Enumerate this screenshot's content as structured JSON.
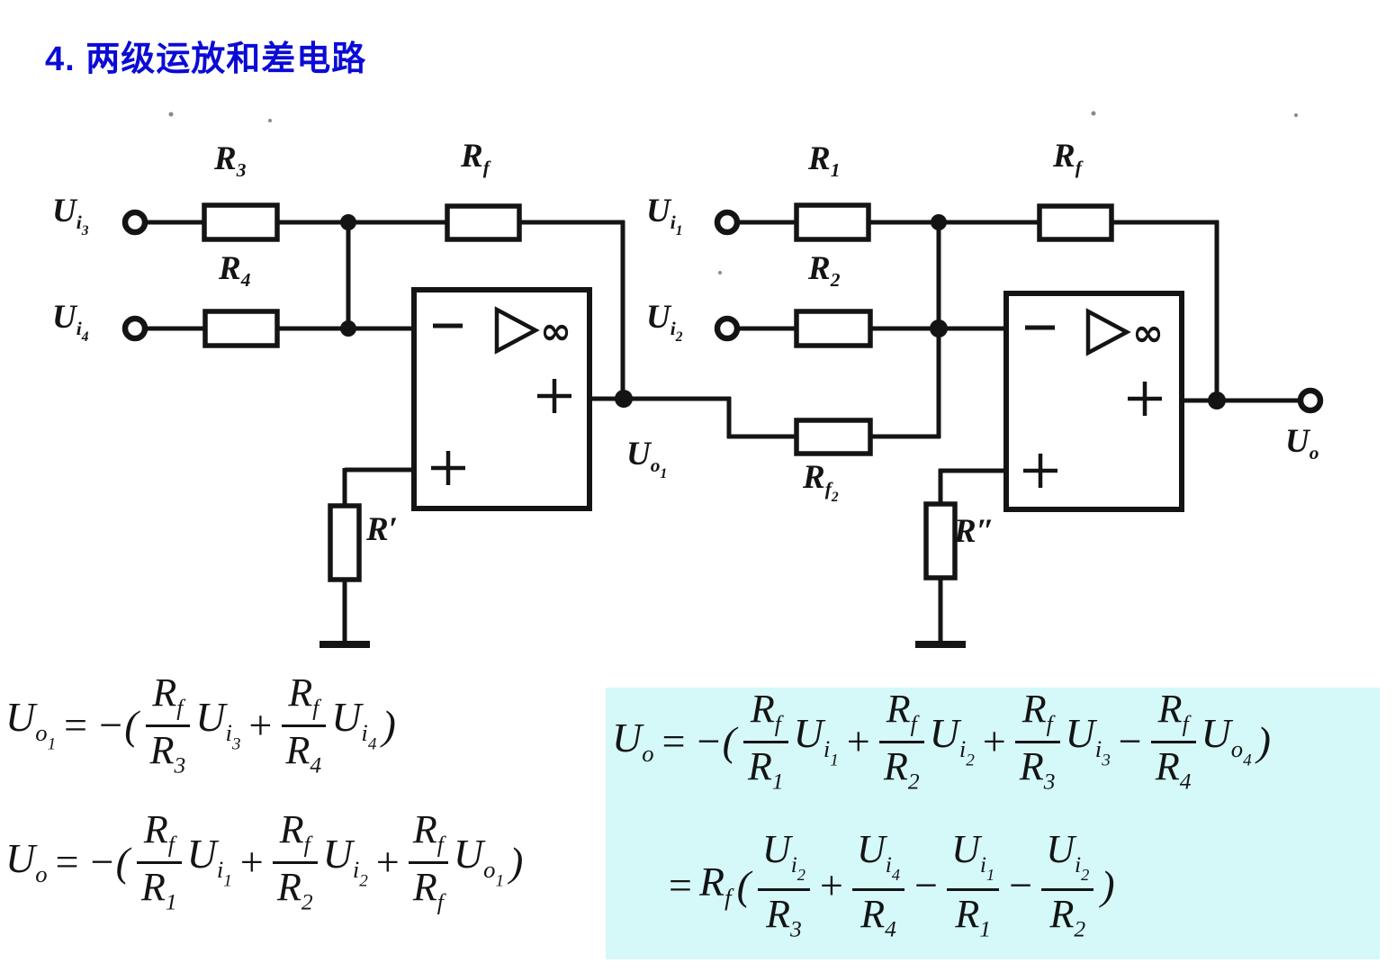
{
  "title": "4. 两级运放和差电路",
  "colors": {
    "title_blue": "#0b0bd6",
    "highlight_cyan": "#d5f8f8",
    "ink": "#141414"
  },
  "circuit": {
    "opamp_gain_symbol": "∞",
    "labels": {
      "ui3": {
        "b": "U",
        "s": "i",
        "ss": "3"
      },
      "r3": {
        "b": "R",
        "s": "3"
      },
      "ui4": {
        "b": "U",
        "s": "i",
        "ss": "4"
      },
      "r4": {
        "b": "R",
        "s": "4"
      },
      "rf1": {
        "b": "R",
        "s": "f"
      },
      "uo1": {
        "b": "U",
        "s": "o",
        "ss": "1"
      },
      "rprime": {
        "b": "R′"
      },
      "ui1": {
        "b": "U",
        "s": "i",
        "ss": "1"
      },
      "r1": {
        "b": "R",
        "s": "1"
      },
      "ui2": {
        "b": "U",
        "s": "i",
        "ss": "2"
      },
      "r2": {
        "b": "R",
        "s": "2"
      },
      "rf2top": {
        "b": "R",
        "s": "f"
      },
      "rf2": {
        "b": "R",
        "s": "f",
        "ss": "2"
      },
      "rdprime": {
        "b": "R″"
      },
      "uo": {
        "b": "U",
        "s": "o"
      }
    }
  },
  "formulas": [
    {
      "name": "uo1-equation",
      "tokens": [
        {
          "t": "sym",
          "b": "U",
          "s": "o",
          "ss": "1"
        },
        {
          "t": "op",
          "v": "="
        },
        {
          "t": "op",
          "v": "−("
        },
        {
          "t": "frac",
          "n": {
            "b": "R",
            "s": "f"
          },
          "d": {
            "b": "R",
            "s": "3"
          }
        },
        {
          "t": "sym",
          "b": "U",
          "s": "i",
          "ss": "3"
        },
        {
          "t": "op",
          "v": "+"
        },
        {
          "t": "frac",
          "n": {
            "b": "R",
            "s": "f"
          },
          "d": {
            "b": "R",
            "s": "4"
          }
        },
        {
          "t": "sym",
          "b": "U",
          "s": "i",
          "ss": "4"
        },
        {
          "t": "op",
          "v": ")"
        }
      ]
    },
    {
      "name": "uo-equation",
      "tokens": [
        {
          "t": "sym",
          "b": "U",
          "s": "o"
        },
        {
          "t": "op",
          "v": "="
        },
        {
          "t": "op",
          "v": "−("
        },
        {
          "t": "frac",
          "n": {
            "b": "R",
            "s": "f"
          },
          "d": {
            "b": "R",
            "s": "1"
          }
        },
        {
          "t": "sym",
          "b": "U",
          "s": "i",
          "ss": "1"
        },
        {
          "t": "op",
          "v": "+"
        },
        {
          "t": "frac",
          "n": {
            "b": "R",
            "s": "f"
          },
          "d": {
            "b": "R",
            "s": "2"
          }
        },
        {
          "t": "sym",
          "b": "U",
          "s": "i",
          "ss": "2"
        },
        {
          "t": "op",
          "v": "+"
        },
        {
          "t": "frac",
          "n": {
            "b": "R",
            "s": "f"
          },
          "d": {
            "b": "R",
            "s": "f"
          }
        },
        {
          "t": "sym",
          "b": "U",
          "s": "o",
          "ss": "1"
        },
        {
          "t": "op",
          "v": ")"
        }
      ]
    },
    {
      "name": "uo-expanded-equation",
      "tokens": [
        {
          "t": "sym",
          "b": "U",
          "s": "o"
        },
        {
          "t": "op",
          "v": "="
        },
        {
          "t": "op",
          "v": "−("
        },
        {
          "t": "frac",
          "n": {
            "b": "R",
            "s": "f"
          },
          "d": {
            "b": "R",
            "s": "1"
          }
        },
        {
          "t": "sym",
          "b": "U",
          "s": "i",
          "ss": "1"
        },
        {
          "t": "op",
          "v": "+"
        },
        {
          "t": "frac",
          "n": {
            "b": "R",
            "s": "f"
          },
          "d": {
            "b": "R",
            "s": "2"
          }
        },
        {
          "t": "sym",
          "b": "U",
          "s": "i",
          "ss": "2"
        },
        {
          "t": "op",
          "v": "+"
        },
        {
          "t": "frac",
          "n": {
            "b": "R",
            "s": "f"
          },
          "d": {
            "b": "R",
            "s": "3"
          }
        },
        {
          "t": "sym",
          "b": "U",
          "s": "i",
          "ss": "3"
        },
        {
          "t": "op",
          "v": "−"
        },
        {
          "t": "frac",
          "n": {
            "b": "R",
            "s": "f"
          },
          "d": {
            "b": "R",
            "s": "4"
          }
        },
        {
          "t": "sym",
          "b": "U",
          "s": "o",
          "ss": "4"
        },
        {
          "t": "op",
          "v": ")"
        }
      ]
    },
    {
      "name": "uo-simplified-equation",
      "tokens": [
        {
          "t": "op",
          "v": "="
        },
        {
          "t": "sym",
          "b": "R",
          "s": "f"
        },
        {
          "t": "op",
          "v": "("
        },
        {
          "t": "frac",
          "n": {
            "b": "U",
            "s": "i",
            "ss": "2"
          },
          "d": {
            "b": "R",
            "s": "3"
          }
        },
        {
          "t": "op",
          "v": "+"
        },
        {
          "t": "frac",
          "n": {
            "b": "U",
            "s": "i",
            "ss": "4"
          },
          "d": {
            "b": "R",
            "s": "4"
          }
        },
        {
          "t": "op",
          "v": "−"
        },
        {
          "t": "frac",
          "n": {
            "b": "U",
            "s": "i",
            "ss": "1"
          },
          "d": {
            "b": "R",
            "s": "1"
          }
        },
        {
          "t": "op",
          "v": "−"
        },
        {
          "t": "frac",
          "n": {
            "b": "U",
            "s": "i",
            "ss": "2"
          },
          "d": {
            "b": "R",
            "s": "2"
          }
        },
        {
          "t": "op",
          "v": ")"
        }
      ]
    }
  ]
}
